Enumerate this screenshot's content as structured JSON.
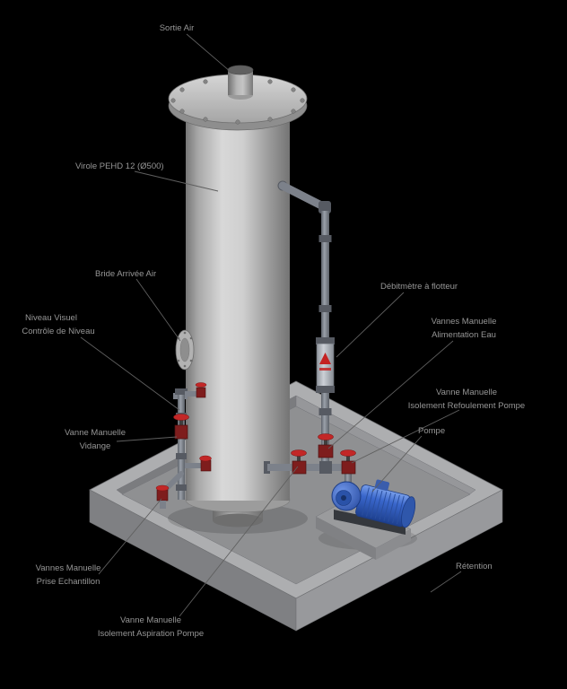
{
  "colors": {
    "bg": "#000000",
    "label-text": "#969696",
    "leader-line": "#5f5f5f",
    "pipe": "#7c818a",
    "fitting": "#565a62",
    "valve-body": "#7e1d1d",
    "valve-handle": "#c22727",
    "float-red": "#c42222",
    "pump-blue": "#3160c0",
    "basin-wall": "#adaeb0",
    "basin-floor": "#8f9092"
  },
  "annotations": {
    "sortie_air": {
      "text": "Sortie Air"
    },
    "virole": {
      "text": "Virole PEHD 12 (Ø500)"
    },
    "bride_arrivee_air": {
      "text": "Bride Arrivée Air"
    },
    "debitmetre": {
      "text": "Débitmètre à flotteur"
    },
    "niveau_visuel": {
      "line1": "Niveau Visuel",
      "line2": "Contrôle de Niveau"
    },
    "alimentation_eau": {
      "line1": "Vannes Manuelle",
      "line2": "Alimentation Eau"
    },
    "refoulement_pompe": {
      "line1": "Vanne Manuelle",
      "line2": "Isolement Refoulement Pompe"
    },
    "pompe": {
      "text": "Pompe"
    },
    "vidange": {
      "line1": "Vanne Manuelle",
      "line2": "Vidange"
    },
    "prise_echantillon": {
      "line1": "Vannes Manuelle",
      "line2": "Prise Echantillon"
    },
    "aspiration_pompe": {
      "line1": "Vanne Manuelle",
      "line2": "Isolement Aspiration Pompe"
    },
    "retention": {
      "text": "Rétention"
    }
  }
}
